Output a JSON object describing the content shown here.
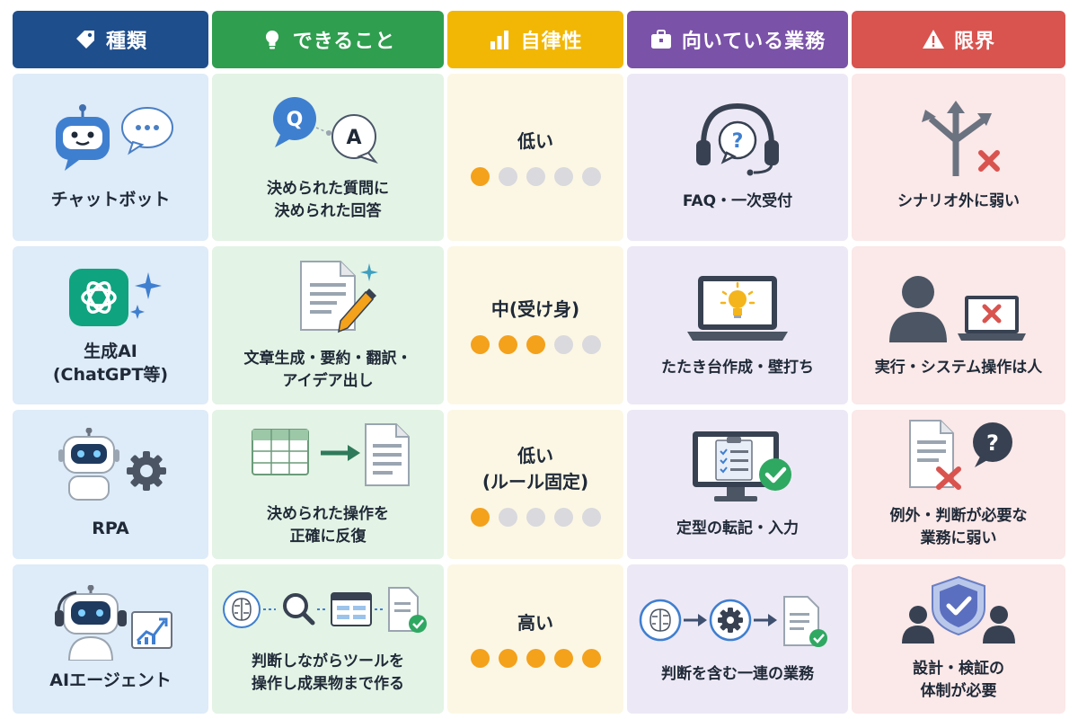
{
  "headers": [
    {
      "label": "種類",
      "icon": "tag-icon",
      "color": "#1f4e8c"
    },
    {
      "label": "できること",
      "icon": "lightbulb-icon",
      "color": "#2f9e4f"
    },
    {
      "label": "自律性",
      "icon": "bar-chart-icon",
      "color": "#f2b705"
    },
    {
      "label": "向いている業務",
      "icon": "briefcase-icon",
      "color": "#7a52a8"
    },
    {
      "label": "限界",
      "icon": "warning-icon",
      "color": "#d9534f"
    }
  ],
  "rows": [
    {
      "type": {
        "name": "チャットボット",
        "icon": "chatbot-icon"
      },
      "capability": {
        "text": "決められた質問に\n決められた回答",
        "icon": "qa-bubbles-icon"
      },
      "autonomy": {
        "level": "低い",
        "value": 1,
        "max": 5
      },
      "suited": {
        "text": "FAQ・一次受付",
        "icon": "headset-icon"
      },
      "limit": {
        "text": "シナリオ外に弱い",
        "icon": "branching-arrows-icon"
      }
    },
    {
      "type": {
        "name": "生成AI\n(ChatGPT等)",
        "icon": "chatgpt-logo-icon"
      },
      "capability": {
        "text": "文章生成・要約・翻訳・\nアイデア出し",
        "icon": "document-pen-icon"
      },
      "autonomy": {
        "level": "中(受け身)",
        "value": 3,
        "max": 5
      },
      "suited": {
        "text": "たたき台作成・壁打ち",
        "icon": "laptop-idea-icon"
      },
      "limit": {
        "text": "実行・システム操作は人",
        "icon": "person-laptop-x-icon"
      }
    },
    {
      "type": {
        "name": "RPA",
        "icon": "robot-gear-icon"
      },
      "capability": {
        "text": "決められた操作を\n正確に反復",
        "icon": "table-to-doc-icon"
      },
      "autonomy": {
        "level": "低い\n(ルール固定)",
        "value": 1,
        "max": 5
      },
      "suited": {
        "text": "定型の転記・入力",
        "icon": "monitor-checklist-icon"
      },
      "limit": {
        "text": "例外・判断が必要な\n業務に弱い",
        "icon": "doc-x-question-icon"
      }
    },
    {
      "type": {
        "name": "AIエージェント",
        "icon": "agent-robot-icon"
      },
      "capability": {
        "text": "判断しながらツールを\n操作し成果物まで作る",
        "icon": "brain-search-flow-icon"
      },
      "autonomy": {
        "level": "高い",
        "value": 5,
        "max": 5
      },
      "suited": {
        "text": "判断を含む一連の業務",
        "icon": "brain-gear-doc-flow-icon"
      },
      "limit": {
        "text": "設計・検証の\n体制が必要",
        "icon": "shield-team-icon"
      }
    }
  ]
}
